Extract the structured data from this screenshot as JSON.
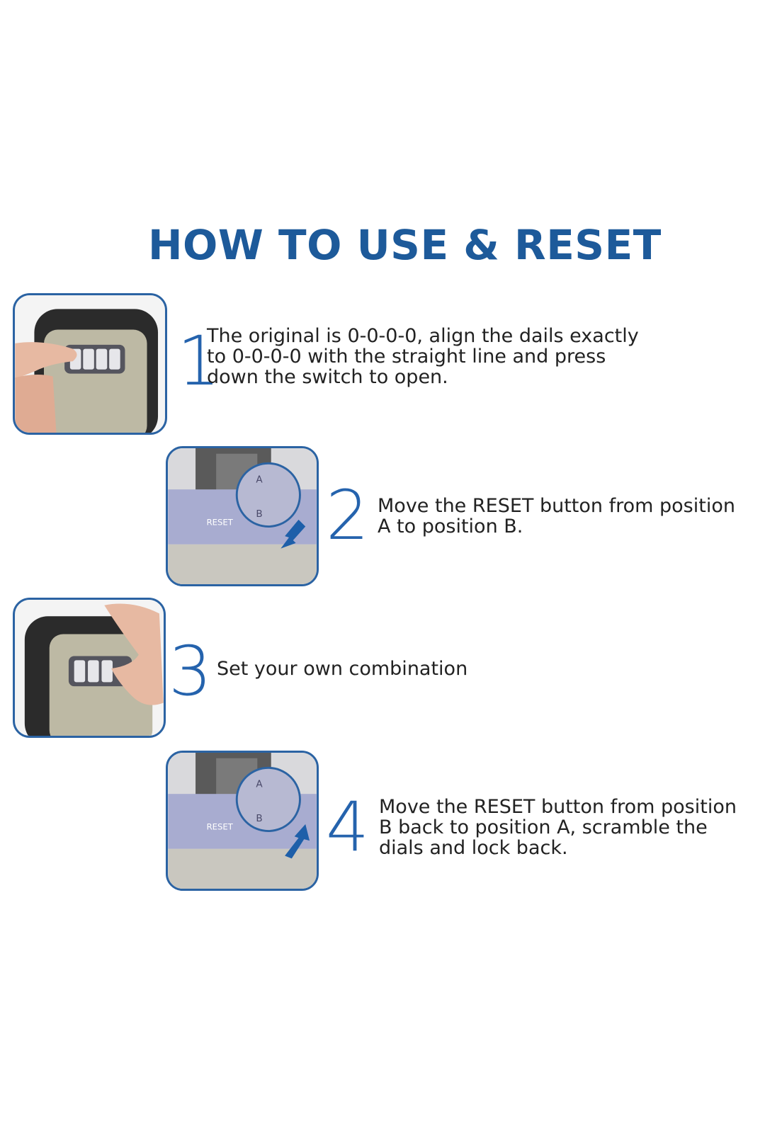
{
  "header": {
    "title": "HOW TO USE & RESET"
  },
  "steps": [
    {
      "number": "1",
      "lines": [
        "The original is 0-0-0-0, align the dails exactly",
        "to 0-0-0-0 with the straight line and press",
        "down the switch to open."
      ]
    },
    {
      "number": "2",
      "lines": [
        "Move the RESET button from position",
        "A to position B."
      ]
    },
    {
      "number": "3",
      "lines": [
        "Set your own combination"
      ]
    },
    {
      "number": "4",
      "lines": [
        "Move the RESET button from position",
        "B back to position A, scramble the",
        "dials and lock back."
      ]
    }
  ],
  "photo_labels": {
    "reset": "RESET",
    "pos_a": "A",
    "pos_b": "B"
  },
  "colors": {
    "accent": "#1d5a9a",
    "number": "#2563ad",
    "frame": "#2b63a3",
    "text": "#222222"
  }
}
